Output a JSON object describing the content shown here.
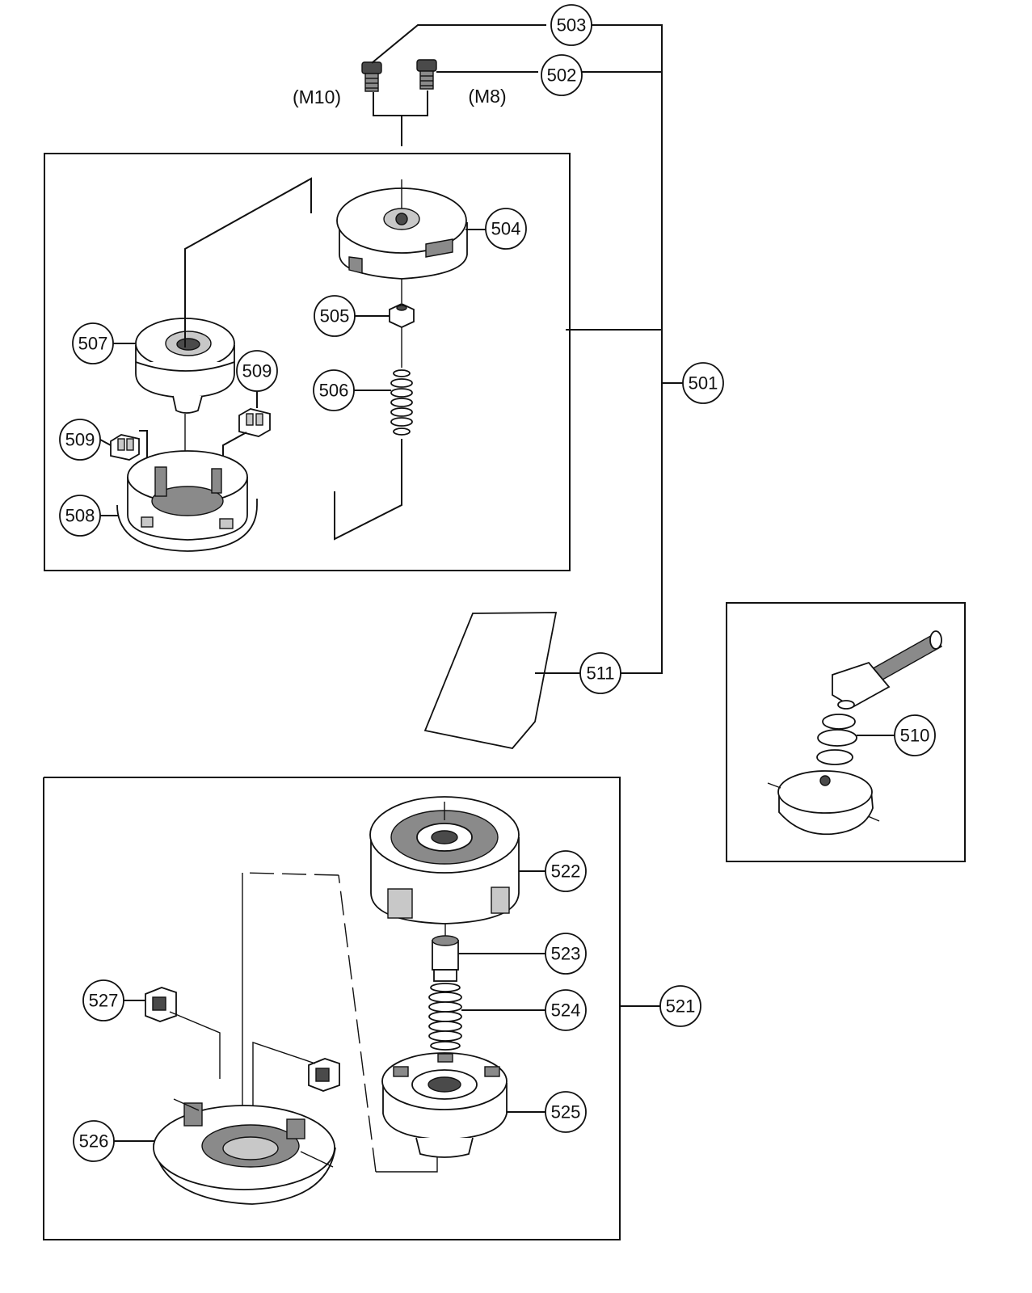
{
  "callouts": {
    "c501": "501",
    "c502": "502",
    "c503": "503",
    "c504": "504",
    "c505": "505",
    "c506": "506",
    "c507": "507",
    "c508": "508",
    "c509a": "509",
    "c509b": "509",
    "c510": "510",
    "c511": "511",
    "c521": "521",
    "c522": "522",
    "c523": "523",
    "c524": "524",
    "c525": "525",
    "c526": "526",
    "c527": "527"
  },
  "labels": {
    "m10": "(M10)",
    "m8": "(M8)"
  },
  "colors": {
    "line": "#111111",
    "shade": "#8a8a8a",
    "dark": "#4a4a4a",
    "background": "#ffffff"
  }
}
